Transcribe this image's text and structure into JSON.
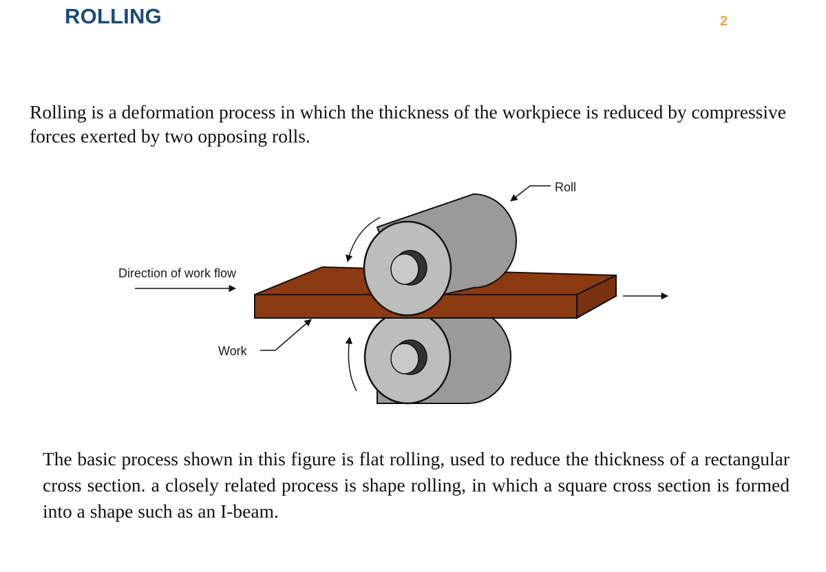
{
  "slide": {
    "title": "ROLLING",
    "page_number": "2"
  },
  "intro_text": "Rolling is a deformation process in which the thickness of the workpiece is reduced by compressive forces exerted by two opposing rolls.",
  "figure": {
    "labels": {
      "roll": "Roll",
      "direction": "Direction of work flow",
      "work": "Work"
    },
    "colors": {
      "work_strip": "#8b3a12",
      "roll_body": "#9a9a9a",
      "roll_end": "#bdbdbd",
      "axle": "#c9c9c9"
    }
  },
  "summary_text": "The basic process shown in this figure is flat rolling, used to reduce the thickness of a rectangular cross section. a closely related process is shape rolling, in which a square cross section is formed into a shape such as an I-beam."
}
